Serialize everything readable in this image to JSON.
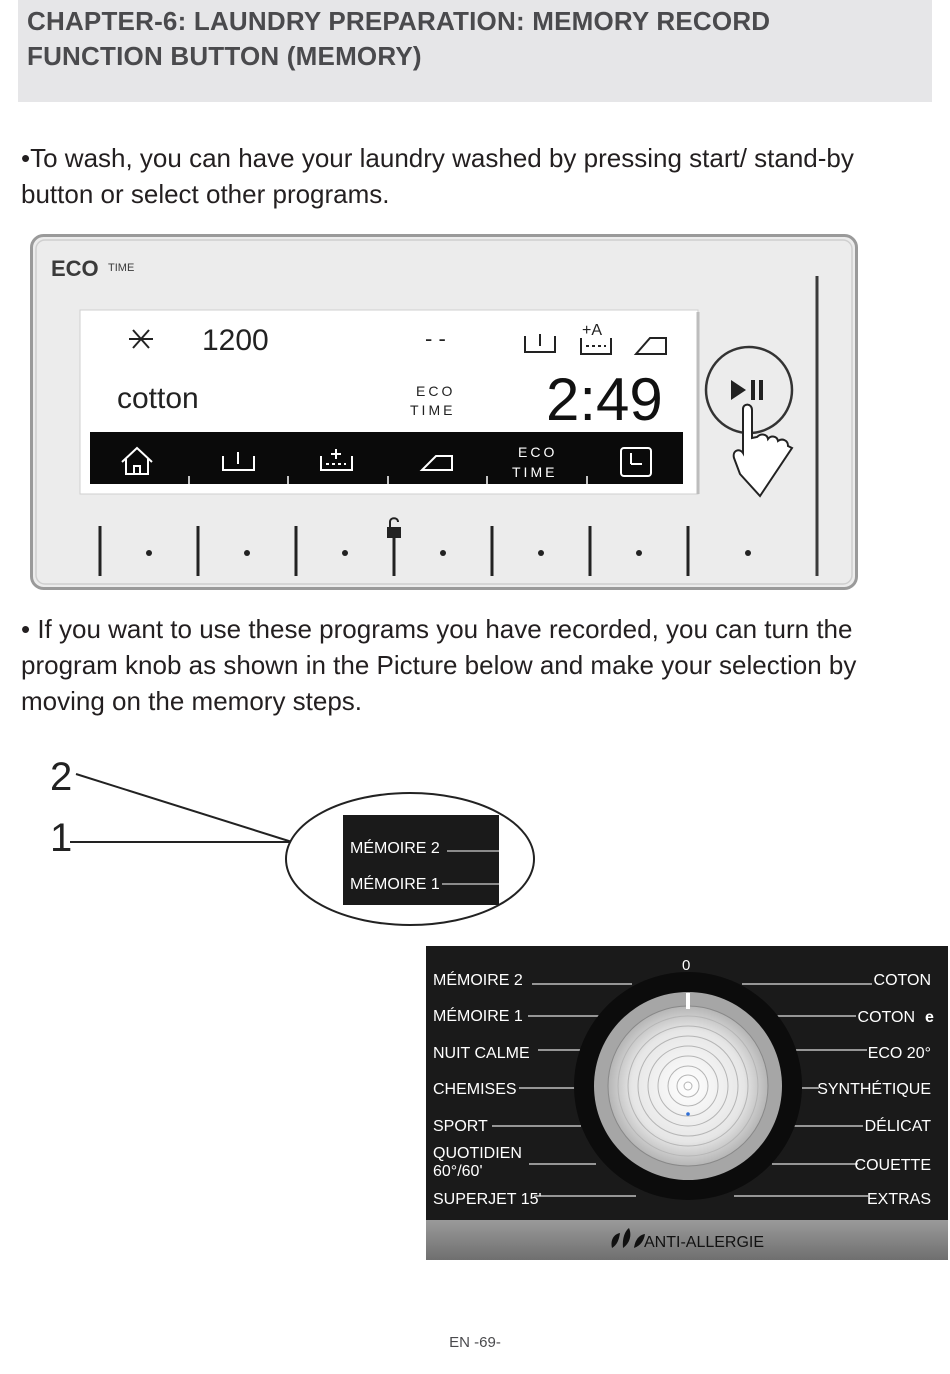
{
  "chapter": {
    "title": "CHAPTER-6: LAUNDRY PREPARATION: MEMORY RECORD FUNCTION BUTTON (MEMORY)"
  },
  "paragraphs": {
    "p1": "•To wash, you can have your laundry washed by pressing start/ stand-by button or select other programs.",
    "p2": "• If you want to use these programs you have recorded, you can turn the program knob as shown in the Picture below and make your selection by moving on the memory steps."
  },
  "control_panel": {
    "brand_eco": "ECO",
    "brand_time": "TIME",
    "spin_speed": "1200",
    "temperature": "- -",
    "program_name": "cotton",
    "eco_label_top": "ECO",
    "eco_label_bottom": "TIME",
    "time_display": "2:49",
    "extra_label": "+A",
    "eco_key_top": "ECO",
    "eco_key_bottom": "TIME"
  },
  "callout": {
    "number_2": "2",
    "number_1": "1",
    "memory_2": "MÉMOIRE 2",
    "memory_1": "MÉMOIRE 1"
  },
  "knob_panel": {
    "zero": "0",
    "left_programs": [
      "MÉMOIRE 2",
      "MÉMOIRE 1",
      "NUIT CALME",
      "CHEMISES",
      "SPORT",
      "QUOTIDIEN",
      "60°/60'",
      "SUPERJET 15'"
    ],
    "right_programs": [
      "COTON",
      "COTON",
      "e",
      "ECO 20°",
      "SYNTHÉTIQUE",
      "DÉLICAT",
      "COUETTE",
      "EXTRAS"
    ],
    "bottom_label": "ANTI-ALLERGIE"
  },
  "footer": {
    "page": "EN -69-"
  },
  "colors": {
    "banner_bg": "#e6e6e8",
    "panel_bg": "#ececec",
    "knob_panel_bg": "#1a1a1a",
    "anti_allergy_bar": "#8a8a8a"
  }
}
